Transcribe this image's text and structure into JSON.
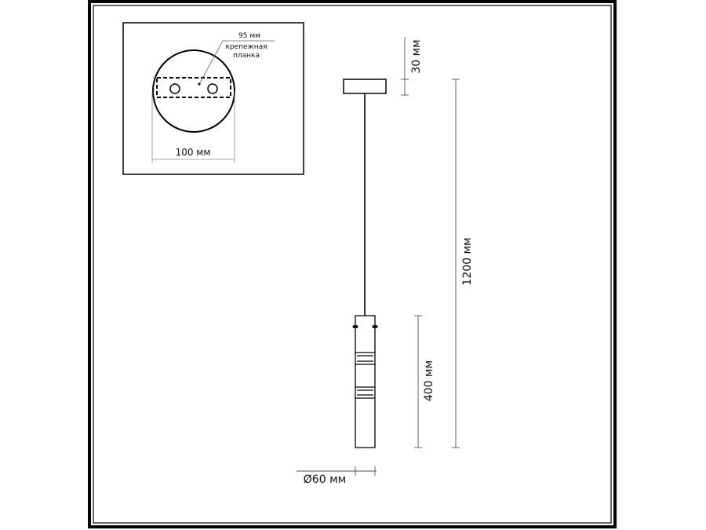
{
  "inset": {
    "bracket_size": "95 мм",
    "bracket_label_line1": "крепежная",
    "bracket_label_line2": "планка",
    "canopy_diameter": "100 мм"
  },
  "main": {
    "canopy_height": "30 мм",
    "total_height": "1200 мм",
    "shade_height": "400 мм",
    "shade_diameter": "Ø60 мм"
  }
}
